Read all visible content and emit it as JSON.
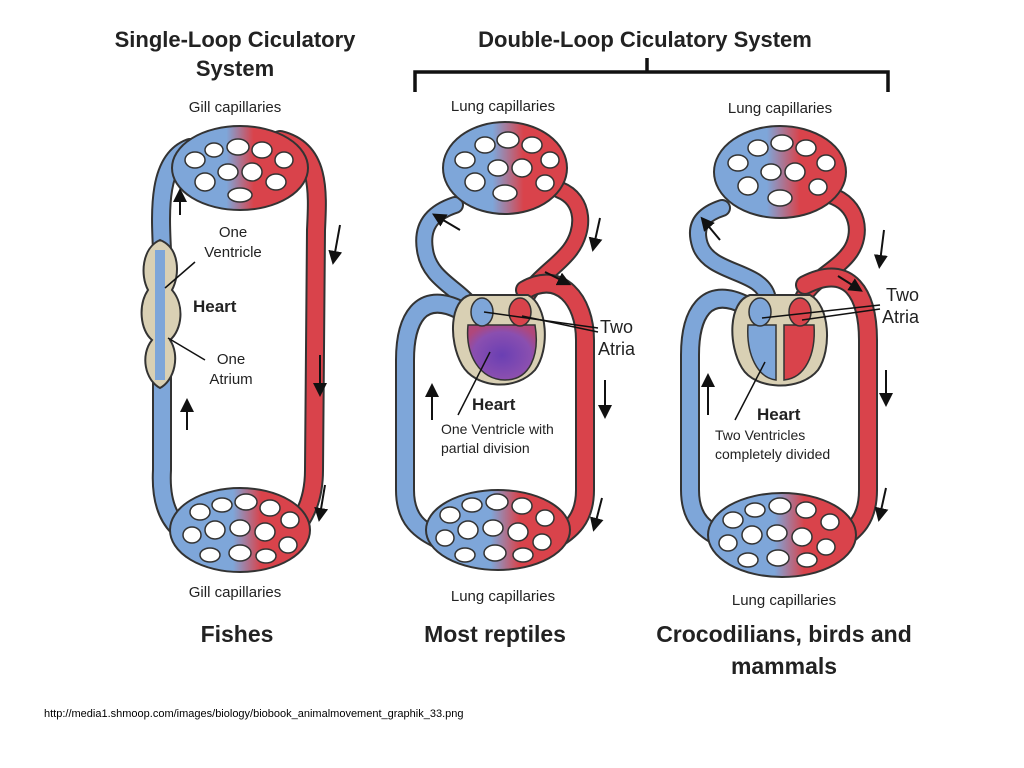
{
  "titles": {
    "single_loop": [
      "Single-Loop Ciculatory",
      "System"
    ],
    "double_loop": "Double-Loop Ciculatory System"
  },
  "fishes": {
    "top_label": "Gill capillaries",
    "bottom_label": "Gill capillaries",
    "ventricle": [
      "One",
      "Ventricle"
    ],
    "heart": "Heart",
    "atrium": [
      "One",
      "Atrium"
    ],
    "caption": "Fishes"
  },
  "reptiles": {
    "top_label": "Lung capillaries",
    "bottom_label": "Lung capillaries",
    "atria": [
      "Two",
      "Atria"
    ],
    "heart": "Heart",
    "ventricle": [
      "One Ventricle with",
      "partial division"
    ],
    "caption": "Most reptiles"
  },
  "mammals": {
    "top_label": "Lung capillaries",
    "bottom_label": "Lung capillaries",
    "atria": [
      "Two",
      "Atria"
    ],
    "heart": "Heart",
    "ventricles": [
      "Two Ventricles",
      "completely divided"
    ],
    "caption": [
      "Crocodilians, birds and",
      "mammals"
    ]
  },
  "source_url": "http://media1.shmoop.com/images/biology/biobook_animalmovement_graphik_33.png",
  "colors": {
    "oxygen_poor": "#7ea6d9",
    "oxygen_rich": "#d9434b",
    "mixed": "#7a4fb0",
    "heart_tissue": "#d9d0b4",
    "outline": "#333333"
  }
}
